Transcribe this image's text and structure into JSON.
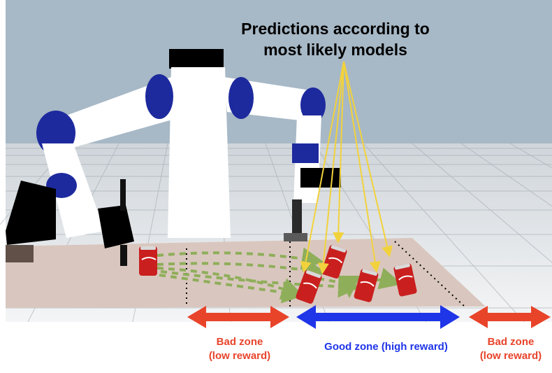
{
  "annotation": {
    "line1": "Predictions according to",
    "line2": "most likely models"
  },
  "zones": [
    {
      "line1": "Bad zone",
      "line2": "(low reward)",
      "color": "#e8442a"
    },
    {
      "line1": "Good zone (high reward)",
      "color": "#1f35e8"
    },
    {
      "line1": "Bad zone",
      "line2": "(low reward)",
      "color": "#e8442a"
    }
  ],
  "colors": {
    "sky": "#a7b8c6",
    "floor": "#e6e8ea",
    "table": "#d9c7bf",
    "robot_body": "#ffffff",
    "robot_joint": "#1d2a9e",
    "trajectory": "#8fae5a",
    "prediction_arrow": "#f2d23c",
    "can": "#c9201f"
  },
  "icons": [
    "coca-cola-can",
    "robot-arm",
    "gripper"
  ]
}
